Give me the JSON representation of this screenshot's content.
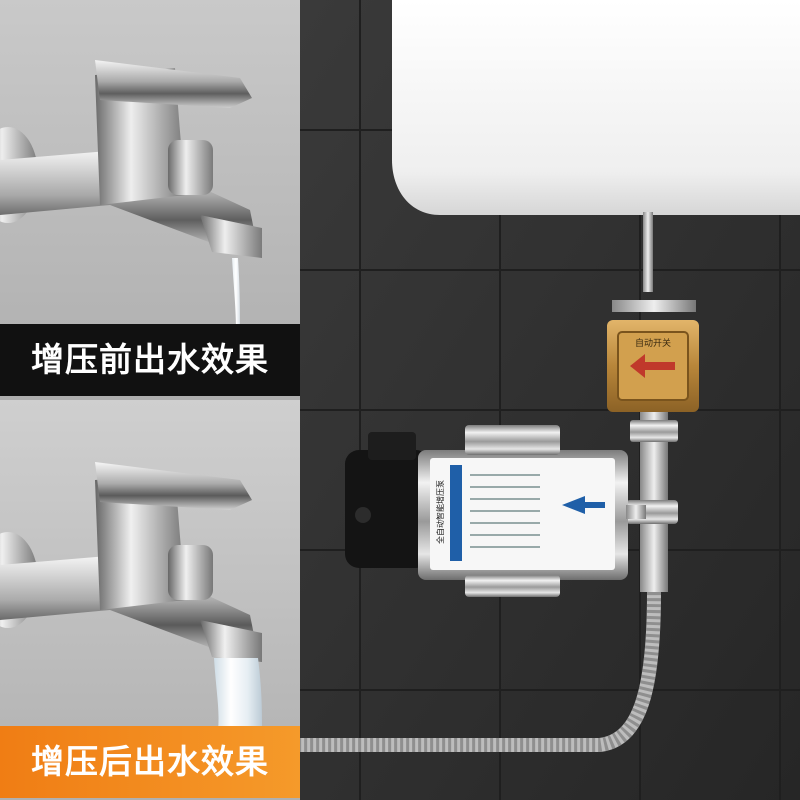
{
  "left_panels": [
    {
      "caption": "增压前出水效果",
      "caption_bg": "#111111",
      "flow": "weak"
    },
    {
      "caption": "增压后出水效果",
      "caption_bg": "#f28a1e",
      "flow": "strong"
    }
  ],
  "scene": {
    "wall_color": "#2e2e2e",
    "heater_color": "#f2f2f2",
    "pump_label_title": "全自动智能增压泵",
    "flow_switch_label": "自动开关"
  }
}
